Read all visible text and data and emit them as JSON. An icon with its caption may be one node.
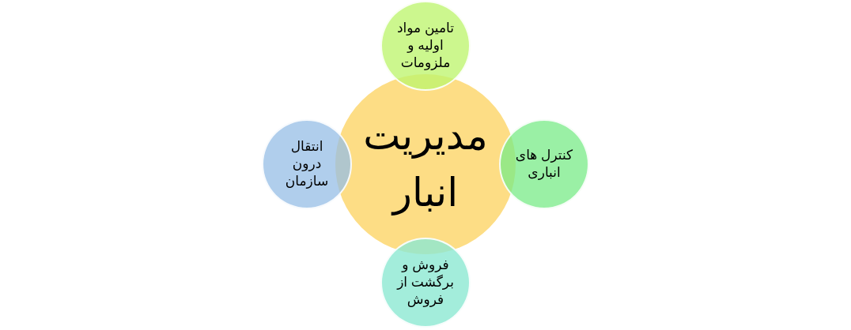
{
  "diagram": {
    "nodes": [
      {
        "text": [
          "مدیریت انبار"
        ]
      },
      {
        "text": [
          "تامین مواد اولیه و ملزومات"
        ]
      },
      {
        "text": [
          "کنترل های انباری"
        ]
      },
      {
        "text": [
          "فروش و برگشت از فروش"
        ]
      },
      {
        "text": [
          "انتقال درون سازمان"
        ]
      }
    ]
  }
}
